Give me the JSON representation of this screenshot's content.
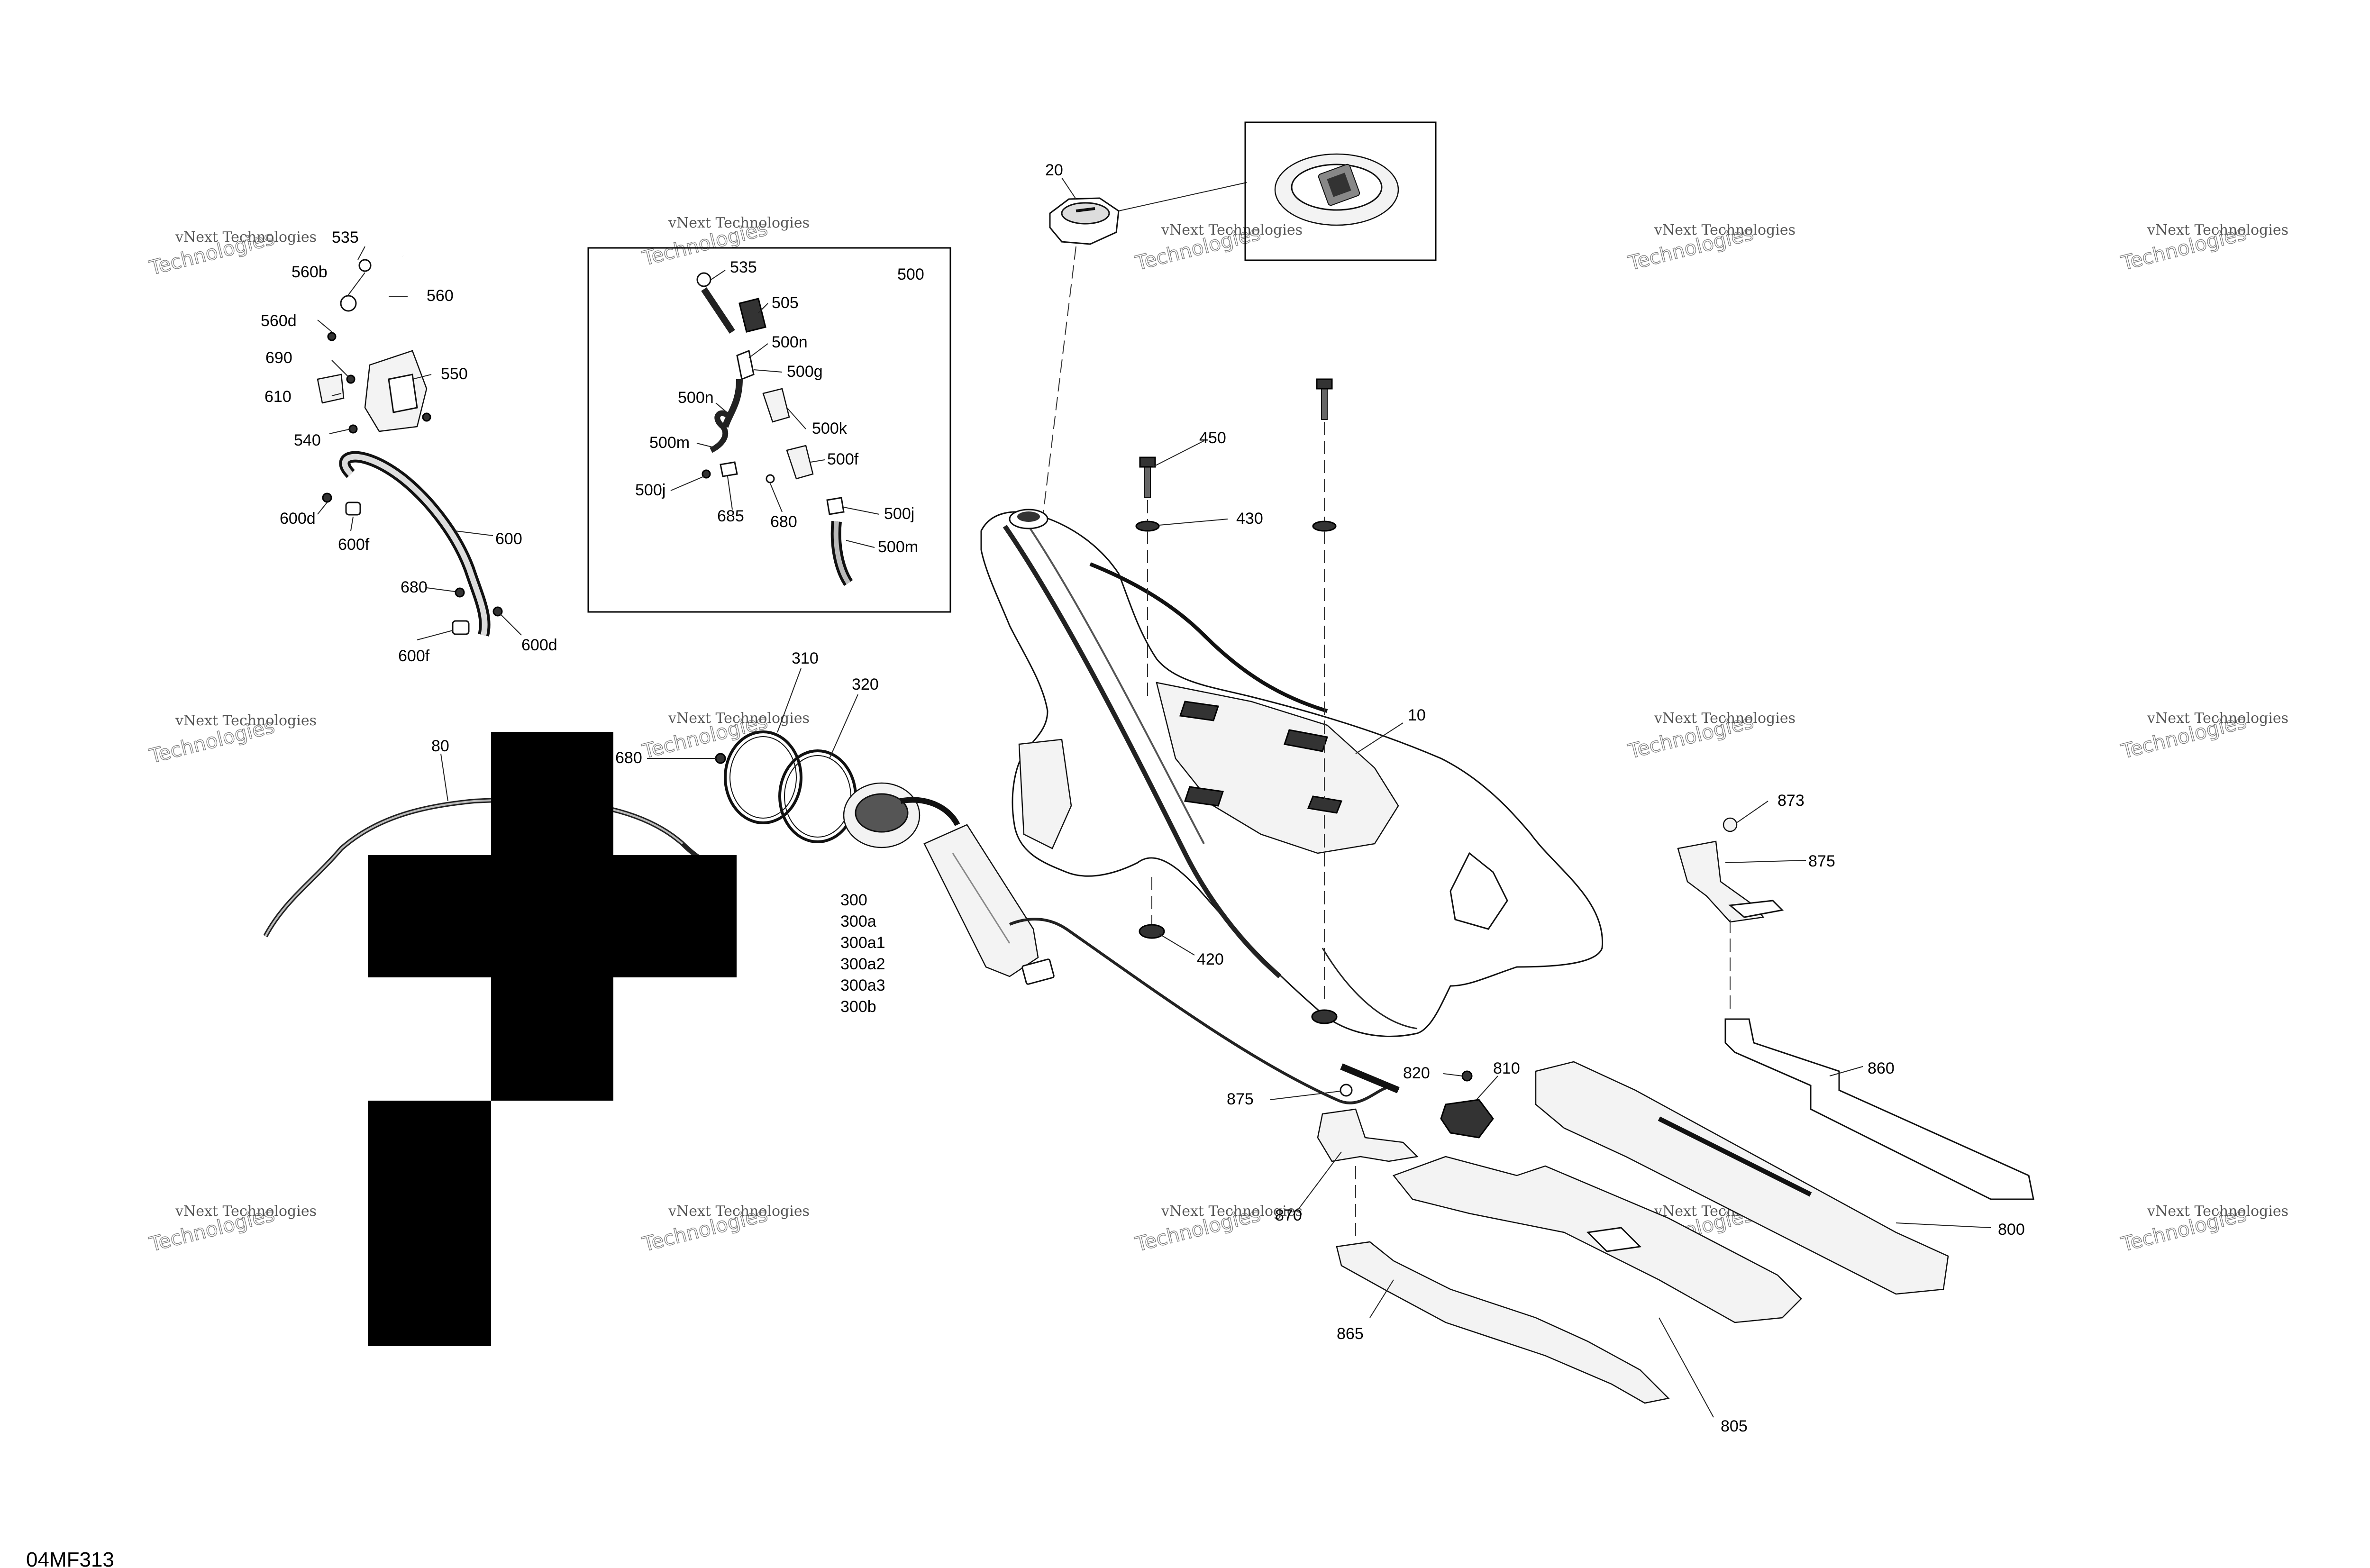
{
  "diagram_code": "04MF313",
  "watermark": {
    "line1": "vNext Technologies",
    "line2": "Technologies"
  },
  "labels": {
    "l535a": "535",
    "l560b": "560b",
    "l560": "560",
    "l560d": "560d",
    "l690": "690",
    "l550": "550",
    "l610": "610",
    "l540": "540",
    "l600d_a": "600d",
    "l600f_a": "600f",
    "l600": "600",
    "l680_a": "680",
    "l600f_b": "600f",
    "l600d_b": "600d",
    "l535b": "535",
    "l500": "500",
    "l505": "505",
    "l500n_a": "500n",
    "l500g": "500g",
    "l500n_b": "500n",
    "l500k": "500k",
    "l500m_a": "500m",
    "l500f": "500f",
    "l500j_a": "500j",
    "l685": "685",
    "l680_b": "680",
    "l500j_b": "500j",
    "l500m_b": "500m",
    "l20": "20",
    "l450": "450",
    "l430": "430",
    "l310": "310",
    "l320": "320",
    "l10": "10",
    "l80": "80",
    "l680_c": "680",
    "l300": "300",
    "l300a": "300a",
    "l300a1": "300a1",
    "l300a2": "300a2",
    "l300a3": "300a3",
    "l300b": "300b",
    "l420": "420",
    "l873": "873",
    "l875_a": "875",
    "l860": "860",
    "l820": "820",
    "l810": "810",
    "l875_b": "875",
    "l870": "870",
    "l800": "800",
    "l865": "865",
    "l805": "805"
  }
}
